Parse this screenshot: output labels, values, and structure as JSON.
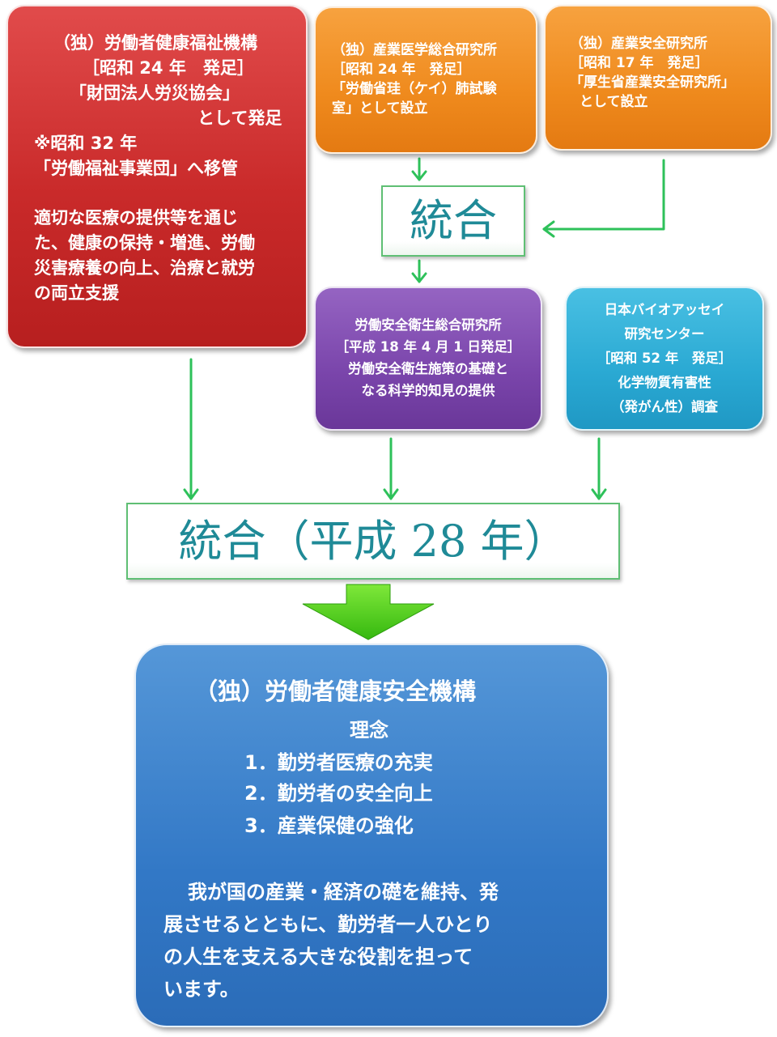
{
  "colors": {
    "arrow": "#2ec15a",
    "merge_text": "#1f8a97",
    "red": "#c92a2a",
    "orange": "#ef8a1d",
    "purple": "#7a45ab",
    "cyan": "#2aa9d3",
    "blue": "#3278c6",
    "big_arrow": "#4fd11a"
  },
  "jeh": {
    "lines": [
      "（独）労働者健康福祉機構",
      "［昭和 24 年　発足］",
      "「財団法人労災協会」",
      "として発足",
      "※昭和 32 年",
      "「労働福祉事業団」へ移管",
      "適切な医療の提供等を通じ",
      "た、健康の保持・増進、労働",
      "災害療養の向上、治療と就労",
      "の両立支援"
    ]
  },
  "niih": {
    "lines": [
      "（独）産業医学総合研究所",
      "［昭和 24 年　発足］",
      "「労働省珪（ケイ）肺試験",
      "室」として設立"
    ]
  },
  "niis": {
    "lines": [
      "（独）産業安全研究所",
      "［昭和 17 年　発足］",
      "「厚生省産業安全研究所」",
      "として設立"
    ]
  },
  "merge_small": {
    "label": "統合"
  },
  "jniosh": {
    "lines": [
      "労働安全衛生総合研究所",
      "［平成 18 年 4 月 1 日発足］",
      "労働安全衛生施策の基礎と",
      "なる科学的知見の提供"
    ]
  },
  "jba": {
    "lines": [
      "日本バイオアッセイ",
      "研究センター",
      "［昭和 52 年　発足］",
      "化学物質有害性",
      "（発がん性）調査"
    ]
  },
  "merge_big": {
    "label": "統合（平成 28 年）"
  },
  "johas": {
    "title": "（独）労働者健康安全機構",
    "philosophy_heading": "理念",
    "principles": [
      "1．勤労者医療の充実",
      "2．勤労者の安全向上",
      "3．産業保健の強化"
    ],
    "mission_lines": [
      "我が国の産業・経済の礎を維持、発",
      "展させるとともに、勤労者一人ひとり",
      "の人生を支える大きな役割を担って",
      "います。"
    ]
  }
}
